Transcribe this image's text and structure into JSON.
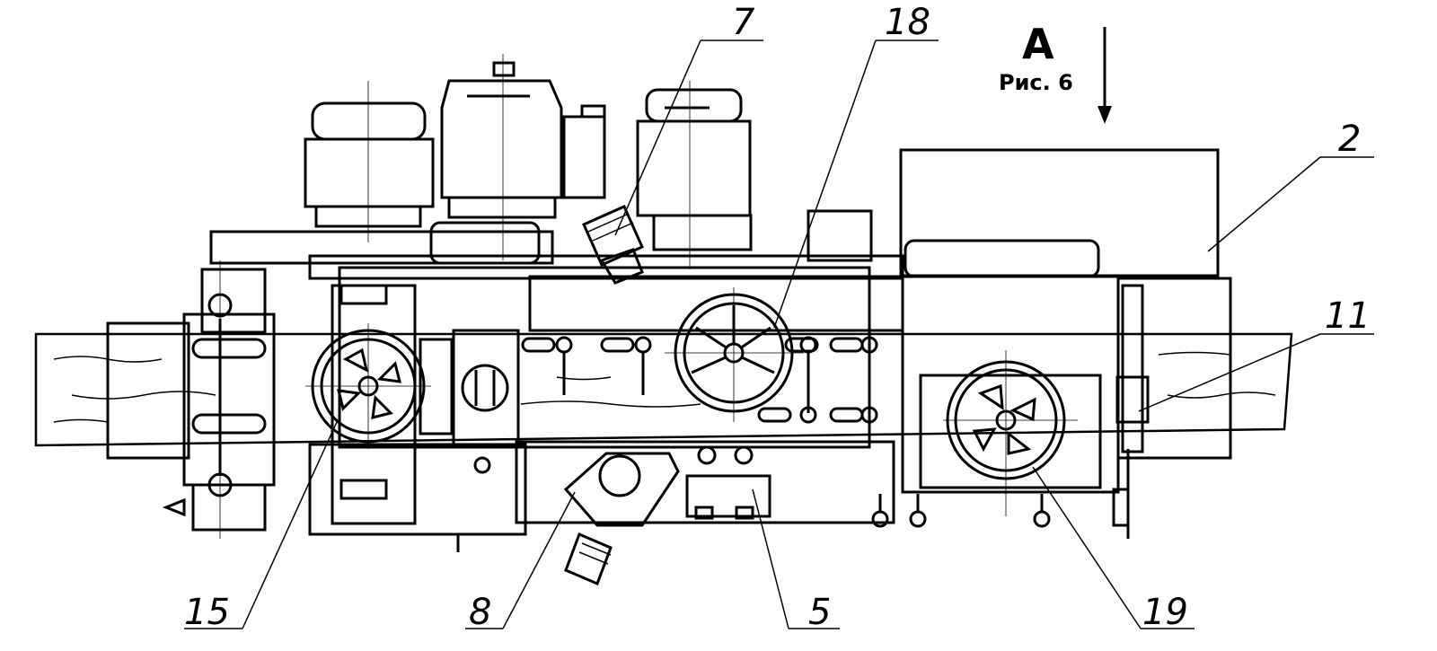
{
  "view": {
    "letter": "A",
    "reference": "Рис. 6"
  },
  "callouts": {
    "c7": "7",
    "c18": "18",
    "c2": "2",
    "c11": "11",
    "c15": "15",
    "c8": "8",
    "c5": "5",
    "c19": "19"
  }
}
